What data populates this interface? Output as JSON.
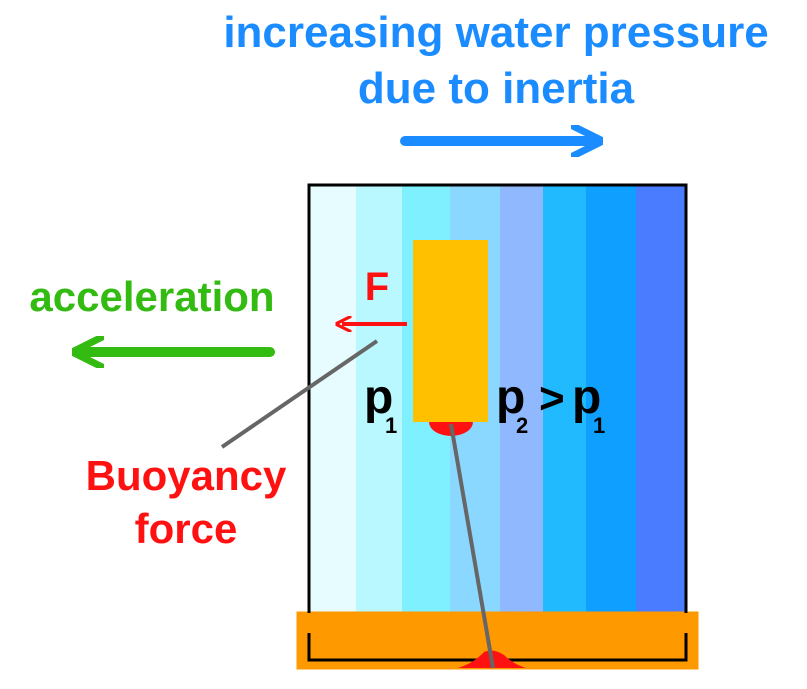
{
  "title": {
    "line1": "increasing water pressure",
    "line2": "due to inertia"
  },
  "labels": {
    "acceleration": "acceleration",
    "force_symbol": "F",
    "buoyancy_line1": "Buoyancy",
    "buoyancy_line2": "force",
    "p1_base": "p",
    "p1_sub": "1",
    "p2_base": "p",
    "p2_sub": "2",
    "greater_than": ">",
    "p1b_base": "p",
    "p1b_sub": "1"
  },
  "colors": {
    "pressure_arrow": "#1a8cff",
    "acceleration": "#33bb11",
    "force": "#ff1111",
    "object": "#ffc000",
    "base": "#ff9900",
    "bands": [
      "#e6fcff",
      "#b9f8ff",
      "#7ff0ff",
      "#8ad8ff",
      "#8fb8ff",
      "#22baff",
      "#0fa0ff",
      "#4a7cff"
    ]
  }
}
